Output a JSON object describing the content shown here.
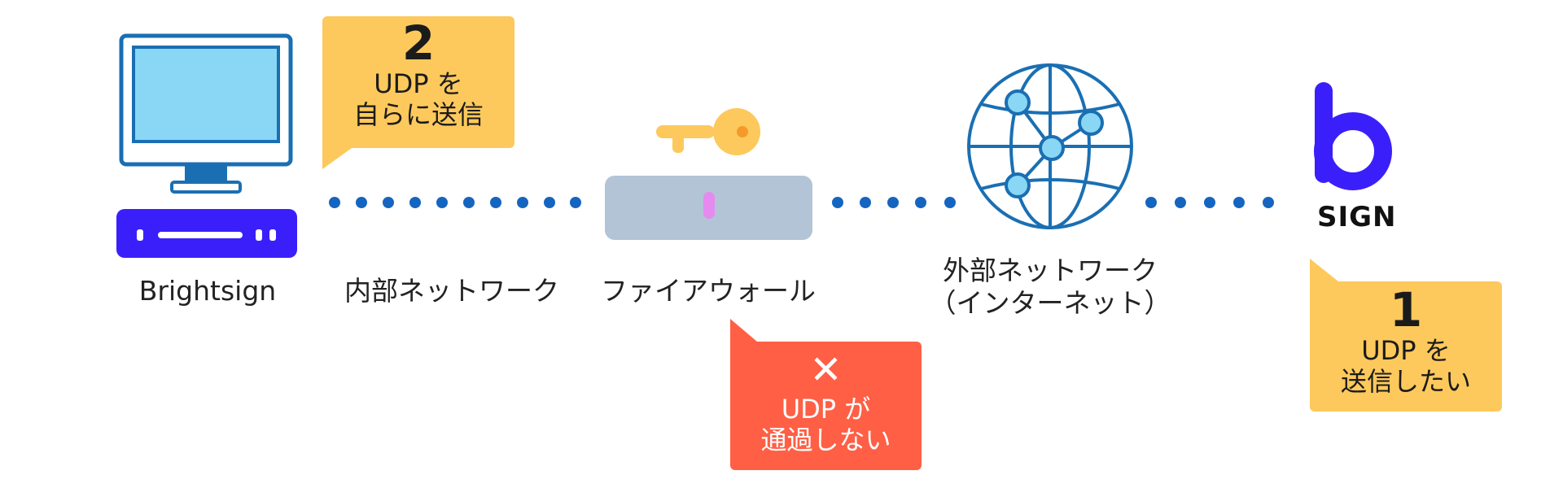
{
  "nodes": {
    "computer_label": "Brightsign",
    "internal_network_label": "内部ネットワーク",
    "firewall_label": "ファイアウォール",
    "external_network_label_1": "外部ネットワーク",
    "external_network_label_2": "（インターネット）",
    "bsign_logo_text": "SIGN"
  },
  "callouts": {
    "step2": {
      "number": "2",
      "line1": "UDP を",
      "line2": "自らに送信"
    },
    "blocked": {
      "mark": "✕",
      "line1": "UDP が",
      "line2": "通過しない"
    },
    "step1": {
      "number": "1",
      "line1": "UDP を",
      "line2": "送信したい"
    }
  },
  "colors": {
    "callout_yellow": "#FDC95C",
    "callout_red": "#FF5F45",
    "dot_blue": "#1565C0",
    "player_purple": "#3B1FFA",
    "screen_blue": "#8AD6F5",
    "firewall_grey": "#B3C4D6",
    "key_yellow": "#FDC95C"
  },
  "icons": [
    "computer-icon",
    "media-player-icon",
    "firewall-icon",
    "key-icon",
    "globe-icon",
    "bsign-logo-icon"
  ]
}
